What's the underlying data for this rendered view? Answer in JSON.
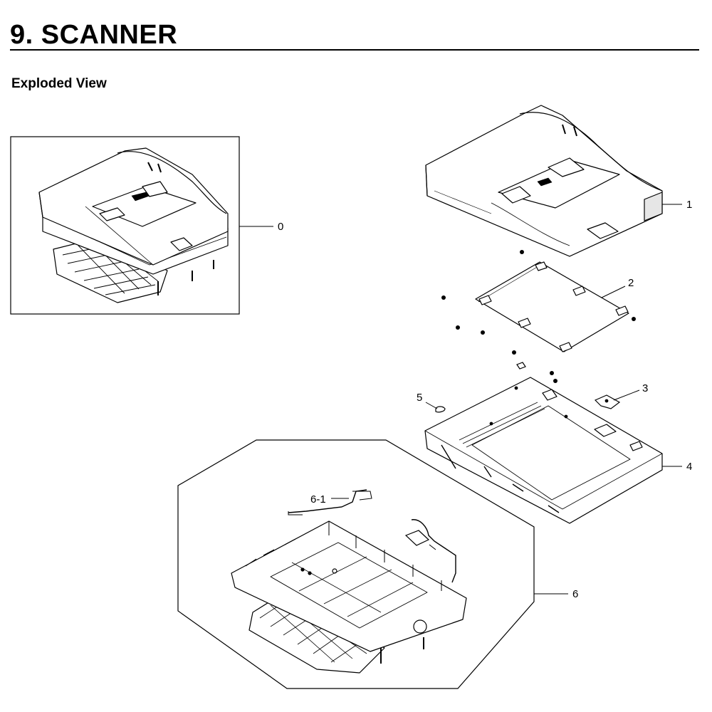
{
  "header": {
    "chapter_title": "9.  SCANNER",
    "section_title": "Exploded View"
  },
  "callouts": [
    {
      "id": "0",
      "label": "0"
    },
    {
      "id": "1",
      "label": "1"
    },
    {
      "id": "2",
      "label": "2"
    },
    {
      "id": "3",
      "label": "3"
    },
    {
      "id": "4",
      "label": "4"
    },
    {
      "id": "5",
      "label": "5"
    },
    {
      "id": "6",
      "label": "6"
    },
    {
      "id": "6-1",
      "label": "6-1"
    }
  ],
  "colors": {
    "line": "#000000",
    "background": "#ffffff",
    "shade": "#e6e6e6"
  }
}
